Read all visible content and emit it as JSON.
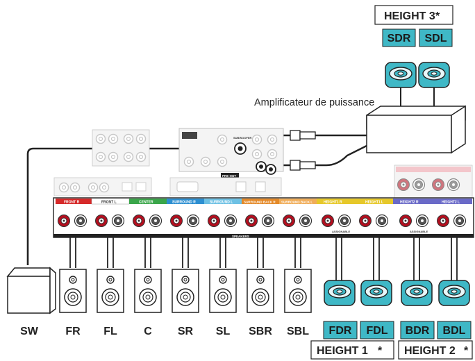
{
  "amp_label": "Amplificateur de puissance",
  "height_groups": {
    "h3": "HEIGHT 3",
    "h1": "HEIGHT 1",
    "h2": "HEIGHT 2",
    "asterisk": "*"
  },
  "badges": {
    "sdr": "SDR",
    "sdl": "SDL",
    "fdr": "FDR",
    "fdl": "FDL",
    "bdr": "BDR",
    "bdl": "BDL"
  },
  "floor_speakers": {
    "sw": "SW",
    "fr": "FR",
    "fl": "FL",
    "c": "C",
    "sr": "SR",
    "sl": "SL",
    "sbr": "SBR",
    "sbl": "SBL"
  },
  "terminal_labels": {
    "front_r": "FRONT R",
    "front_l": "FRONT L",
    "center": "CENTER",
    "surround_r": "SURROUND R",
    "surround_l": "SURROUND L",
    "sb_r": "SURROUND BACK R",
    "sb_l": "SURROUND BACK L",
    "height1_r": "HEIGHT1 R",
    "height1_l": "HEIGHT1 L",
    "height2_r": "HEIGHT2 R",
    "height2_l": "HEIGHT2 L",
    "speakers": "SPEAKERS",
    "assignable": "ASSIGNABLE",
    "pre_out": "PRE OUT",
    "subwoofer": "SUBWOOFER"
  },
  "colors": {
    "teal": "#3fb8c6",
    "front_red": "#d62a2a",
    "center_green": "#3aa64a",
    "surround_blue": "#2d8fd1",
    "surround_light": "#6ec1e4",
    "sb_orange": "#e48a2a",
    "height1_yellow": "#e6c82a",
    "height2_purple": "#6a6ac8"
  }
}
